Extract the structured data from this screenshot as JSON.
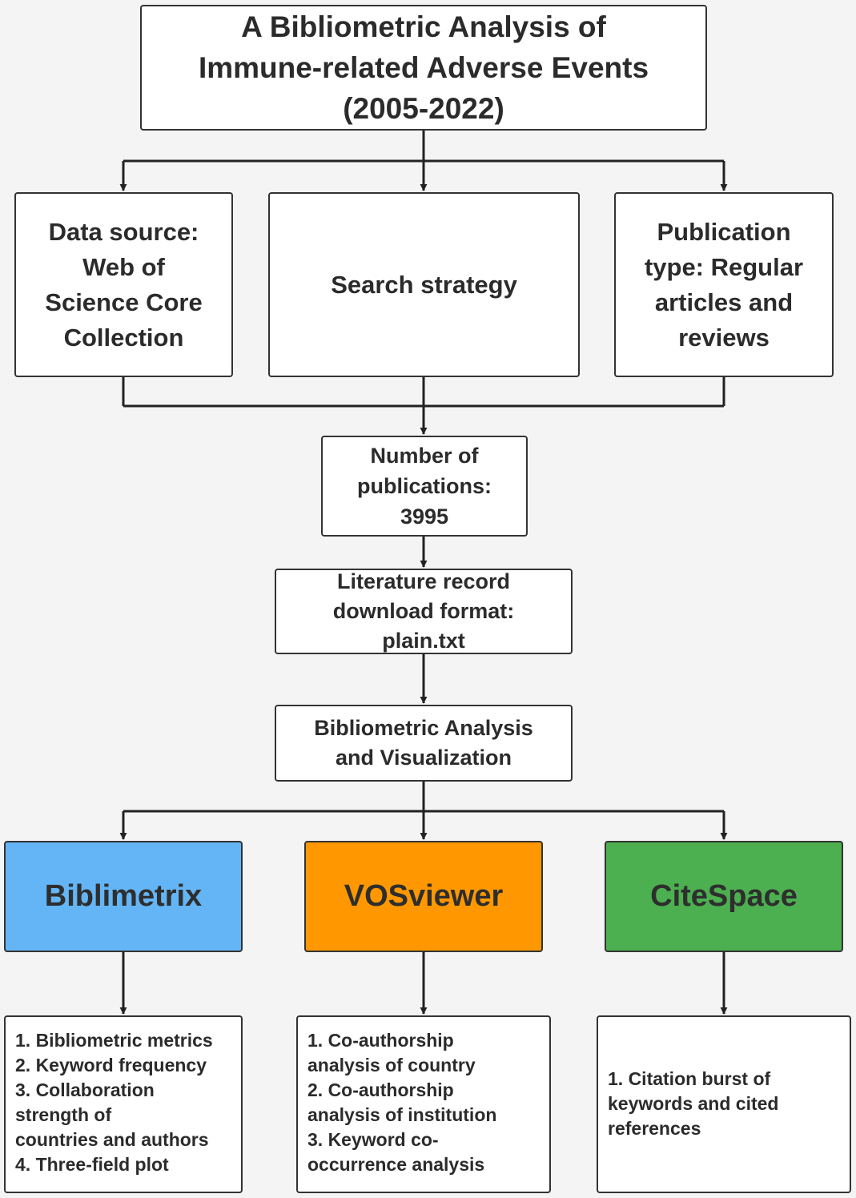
{
  "title": "A Bibliometric Analysis of\nImmune-related Adverse Events\n(2005-2022)",
  "sources": [
    {
      "text": "Data source:\nWeb of\nScience Core\nCollection"
    },
    {
      "text": "Search strategy"
    },
    {
      "text": "Publication\ntype: Regular\narticles and\nreviews"
    }
  ],
  "publications": "Number of\npublications:\n3995",
  "download_format": "Literature record\ndownload format:\nplain.txt",
  "analysis": "Bibliometric Analysis\nand Visualization",
  "tools": [
    {
      "name": "Biblimetrix",
      "color": "#64b5f6"
    },
    {
      "name": "VOSviewer",
      "color": "#ff9800"
    },
    {
      "name": "CiteSpace",
      "color": "#4caf50"
    }
  ],
  "outputs": [
    {
      "lines": [
        "1. Bibliometric metrics",
        "2. Keyword frequency",
        "3. Collaboration",
        "strength of",
        "countries and authors",
        "4. Three-field plot"
      ]
    },
    {
      "lines": [
        "1. Co-authorship",
        "analysis of country",
        "2. Co-authorship",
        "analysis of institution",
        "3. Keyword co-",
        "occurrence analysis"
      ]
    },
    {
      "lines": [
        "1. Citation burst of",
        "keywords and cited",
        "references"
      ]
    }
  ]
}
